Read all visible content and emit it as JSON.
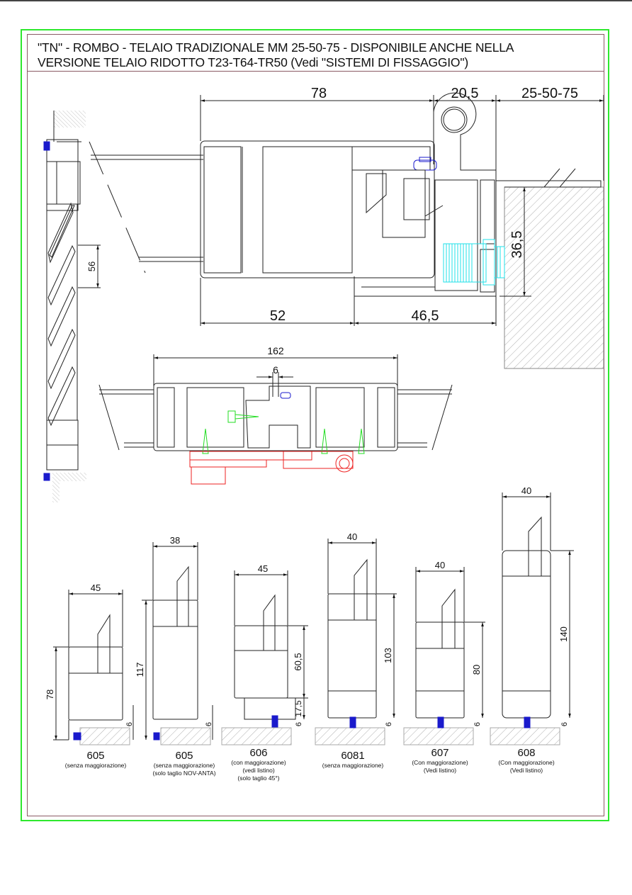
{
  "title": {
    "line1": "\"TN\" - ROMBO - TELAIO TRADIZIONALE MM 25-50-75 - DISPONIBILE ANCHE NELLA",
    "line2": "VERSIONE TELAIO RIDOTTO T23-T64-TR50 (Vedi \"SISTEMI DI FISSAGGIO\")"
  },
  "colors": {
    "frame_border": "#2ee82e",
    "inner_border": "#8a5a64",
    "profile_line": "#222222",
    "gasket": "#1a1acc",
    "screw_green": "#22dd22",
    "hinge_red": "#ee2222",
    "anchor_cyan": "#22e0e8",
    "hatch": "#999999"
  },
  "main_section": {
    "dim_top_left": "78",
    "dim_top_mid": "20,5",
    "dim_top_right": "25-50-75",
    "dim_bottom_left": "52",
    "dim_bottom_right": "46,5",
    "dim_vertical": "36,5"
  },
  "side_elevation": {
    "dim_slat": "56"
  },
  "plan_section": {
    "dim_width": "162",
    "dim_gap": "6"
  },
  "profiles": [
    {
      "code": "605",
      "notes": [
        "(senza maggiorazione)"
      ],
      "width": "45",
      "height": "78",
      "gap": "6"
    },
    {
      "code": "605",
      "notes": [
        "(senza maggiorazione)",
        "(solo taglio NOV-ANTA)"
      ],
      "width": "38",
      "height": "117",
      "gap": "6"
    },
    {
      "code": "606",
      "notes": [
        "(con maggiorazione)",
        "(vedi listino)",
        "(solo taglio 45°)"
      ],
      "width": "45",
      "height": "60,5",
      "height2": "17,5",
      "gap": "6"
    },
    {
      "code": "6081",
      "notes": [
        "(senza maggiorazione)"
      ],
      "width": "40",
      "height": "103",
      "gap": "6"
    },
    {
      "code": "607",
      "notes": [
        "(Con maggiorazione)",
        "(Vedi listino)"
      ],
      "width": "40",
      "height": "80",
      "gap": "6"
    },
    {
      "code": "608",
      "notes": [
        "(Con maggiorazione)",
        "(Vedi listino)"
      ],
      "width": "40",
      "height": "140",
      "gap": "6"
    }
  ]
}
